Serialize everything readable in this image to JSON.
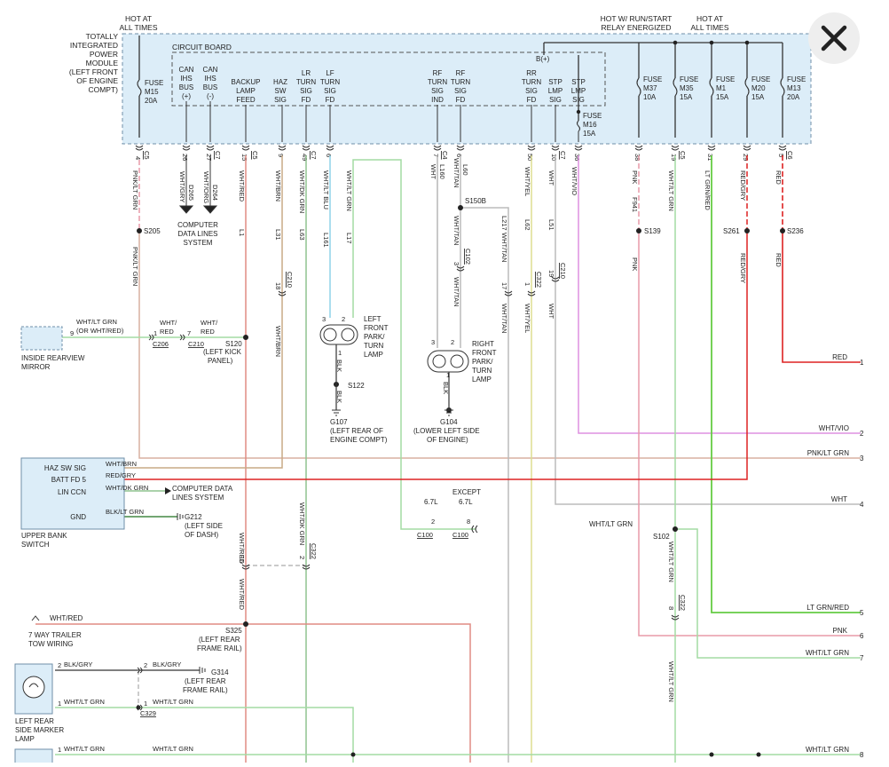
{
  "header": {
    "hot_at_all_times_left": [
      "HOT AT",
      "ALL TIMES"
    ],
    "hot_run_start": [
      "HOT W/ RUN/START",
      "RELAY ENERGIZED"
    ],
    "hot_at_all_times_right": [
      "HOT AT",
      "ALL TIMES"
    ]
  },
  "module": {
    "name": [
      "TOTALLY",
      "INTEGRATED",
      "POWER",
      "MODULE",
      "(LEFT FRONT",
      "OF ENGINE",
      "COMPT)"
    ],
    "circuit_board": "CIRCUIT BOARD",
    "bplus": "B(+)",
    "pins": [
      {
        "lines": [
          "CAN",
          "IHS",
          "BUS",
          "(+)"
        ]
      },
      {
        "lines": [
          "CAN",
          "IHS",
          "BUS",
          "(-)"
        ]
      },
      {
        "lines": [
          "BACKUP",
          "LAMP",
          "FEED"
        ]
      },
      {
        "lines": [
          "HAZ",
          "SW",
          "SIG"
        ]
      },
      {
        "lines": [
          "LR",
          "TURN",
          "SIG",
          "FD"
        ]
      },
      {
        "lines": [
          "LF",
          "TURN",
          "SIG",
          "FD"
        ]
      },
      {
        "lines": [
          "RF",
          "TURN",
          "SIG",
          "IND"
        ]
      },
      {
        "lines": [
          "RF",
          "TURN",
          "SIG",
          "FD"
        ]
      },
      {
        "lines": [
          "RR",
          "TURN",
          "SIG",
          "FD"
        ]
      },
      {
        "lines": [
          "STP",
          "LMP",
          "SIG"
        ]
      },
      {
        "lines": [
          "STP",
          "LMP",
          "SIG"
        ]
      }
    ],
    "fuses": [
      {
        "lines": [
          "FUSE",
          "M15",
          "20A"
        ]
      },
      {
        "lines": [
          "FUSE",
          "M16",
          "15A"
        ]
      },
      {
        "lines": [
          "FUSE",
          "M37",
          "10A"
        ]
      },
      {
        "lines": [
          "FUSE",
          "M35",
          "15A"
        ]
      },
      {
        "lines": [
          "FUSE",
          "M1",
          "15A"
        ]
      },
      {
        "lines": [
          "FUSE",
          "M20",
          "15A"
        ]
      },
      {
        "lines": [
          "FUSE",
          "M13",
          "20A"
        ]
      }
    ],
    "pin_numbers": [
      "4",
      "26",
      "27",
      "15",
      "9",
      "49",
      "6",
      "7",
      "6",
      "50",
      "10",
      "36",
      "38",
      "19",
      "31",
      "29",
      "5"
    ],
    "connectors": [
      "C5",
      "C7",
      "C5",
      "C7",
      "C4",
      "C7",
      "C5",
      "C6"
    ]
  },
  "wires": {
    "pnk_lt_grn": "PNK/LT GRN",
    "wht_gry": "WHT/GRY",
    "wht_org": "WHT/ORG",
    "d265": "D265",
    "d264": "D264",
    "wht_red": "WHT/RED",
    "l1": "L1",
    "wht_brn": "WHT/BRN",
    "l31": "L31",
    "wht_dk_grn": "WHT/DK GRN",
    "l63": "L63",
    "wht_lt_blu": "WHT/LT BLU",
    "l161": "L161",
    "wht_lt_grn": "WHT/LT GRN",
    "l17": "L17",
    "wht": "WHT",
    "l160": "L160",
    "wht_tan": "WHT/TAN",
    "l60": "L60",
    "l217": "L217",
    "wht_yel": "WHT/YEL",
    "l62": "L62",
    "l51": "L51",
    "wht_vio": "WHT/VIO",
    "pnk": "PNK",
    "f941": "F941",
    "lt_grn_red": "LT GRN/RED",
    "red_gry": "RED/GRY",
    "red": "RED",
    "blk": "BLK",
    "wht_slash": "WHT/",
    "red_word": "RED",
    "blk_gry": "BLK/GRY",
    "blk_lt_grn": "BLK/LT GRN",
    "or_wht_red": "(OR WHT/RED)"
  },
  "splices": {
    "s205": "S205",
    "s150b": "S150B",
    "s139": "S139",
    "s261": "S261",
    "s236": "S236",
    "s120": "S120",
    "s122": "S122",
    "s102": "S102",
    "s325": "S325"
  },
  "connector_refs": {
    "c210": "C210",
    "c102": "C102",
    "c322": "C322",
    "c206": "C206",
    "c100": "C100",
    "c329": "C329"
  },
  "components": {
    "data_lines": [
      "COMPUTER",
      "DATA LINES",
      "SYSTEM"
    ],
    "rearview_mirror": [
      "INSIDE REARVIEW",
      "MIRROR"
    ],
    "s120_loc": [
      "(LEFT KICK",
      "PANEL)"
    ],
    "lf_lamp": [
      "LEFT",
      "FRONT",
      "PARK/",
      "TURN",
      "LAMP"
    ],
    "rf_lamp": [
      "RIGHT",
      "FRONT",
      "PARK/",
      "TURN",
      "LAMP"
    ],
    "g107": "G107",
    "g107_loc": [
      "(LEFT REAR OF",
      "ENGINE COMPT)"
    ],
    "g104": "G104",
    "g104_loc": [
      "(LOWER LEFT SIDE",
      "OF ENGINE)"
    ],
    "switch_pins": [
      "HAZ SW SIG",
      "BATT FD 5",
      "LIN CCN",
      "GND"
    ],
    "switch_name": [
      "UPPER BANK",
      "SWITCH"
    ],
    "computer_data_lines": [
      "COMPUTER DATA",
      "LINES SYSTEM"
    ],
    "g212": "G212",
    "g212_loc": [
      "(LEFT SIDE",
      "OF DASH)"
    ],
    "c100_67l": "6.7L",
    "except": "EXCEPT",
    "trailer": [
      "7 WAY TRAILER",
      "TOW WIRING"
    ],
    "s325_loc": [
      "(LEFT REAR",
      "FRAME RAIL)"
    ],
    "g314": "G314",
    "g314_loc": [
      "(LEFT REAR",
      "FRAME RAIL)"
    ],
    "marker_lamp": [
      "LEFT REAR",
      "SIDE MARKER",
      "LAMP"
    ]
  },
  "outputs": [
    {
      "label": "RED",
      "num": "1"
    },
    {
      "label": "WHT/VIO",
      "num": "2"
    },
    {
      "label": "PNK/LT GRN",
      "num": "3"
    },
    {
      "label": "WHT",
      "num": "4"
    },
    {
      "label": "LT GRN/RED",
      "num": "5"
    },
    {
      "label": "PNK",
      "num": "6"
    },
    {
      "label": "WHT/LT GRN",
      "num": "7"
    },
    {
      "label": "WHT/LT GRN",
      "num": "8"
    }
  ],
  "colors": {
    "module_fill": "#dcedf8",
    "module_border": "#6f8fa8",
    "pnk_lt_grn": "#e89aa8",
    "wht_red": "#e08c84",
    "wht_brn": "#c9aa86",
    "wht_dk_grn": "#8fc38f",
    "wht_lt_blu": "#8fd3e8",
    "wht_lt_grn": "#a3dca3",
    "wht_vio": "#dd90e0",
    "wht_yel": "#dddd90",
    "lt_grn_red": "#66cc44",
    "red": "#dd2222",
    "grey": "#aaaaaa"
  },
  "ui": {
    "close_icon": "close-icon"
  }
}
